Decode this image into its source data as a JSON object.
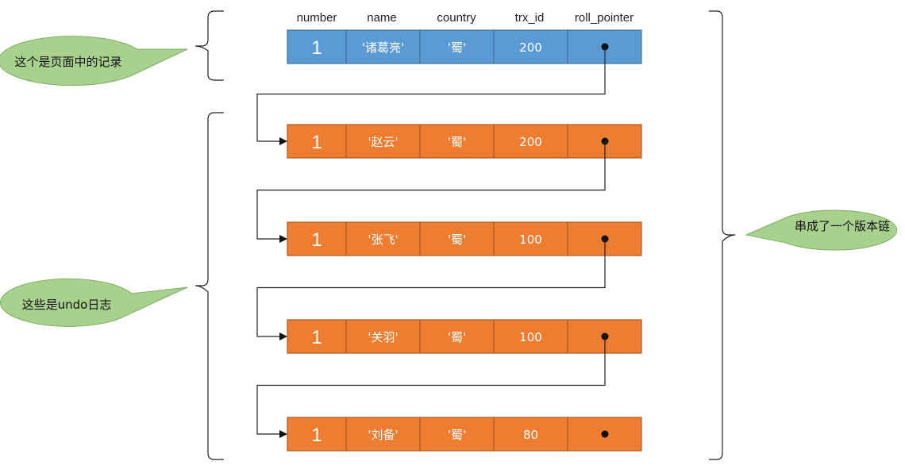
{
  "headers": [
    "number",
    "name",
    "country",
    "trx_id",
    "roll_pointer"
  ],
  "records": [
    {
      "kind": "page",
      "number": "1",
      "name": "'诸葛亮'",
      "country": "'蜀'",
      "trx_id": "200"
    },
    {
      "kind": "undo",
      "number": "1",
      "name": "'赵云'",
      "country": "'蜀'",
      "trx_id": "200"
    },
    {
      "kind": "undo",
      "number": "1",
      "name": "'张飞'",
      "country": "'蜀'",
      "trx_id": "100"
    },
    {
      "kind": "undo",
      "number": "1",
      "name": "'关羽'",
      "country": "'蜀'",
      "trx_id": "100"
    },
    {
      "kind": "undo",
      "number": "1",
      "name": "'刘备'",
      "country": "'蜀'",
      "trx_id": "80"
    }
  ],
  "callouts": {
    "page_record": "这个是页面中的记录",
    "undo_log": "这些是undo日志",
    "version_chain": "串成了一个版本链"
  },
  "colors": {
    "page_fill": "#5b9bd5",
    "page_stroke": "#41719c",
    "undo_fill": "#ed7d31",
    "undo_stroke": "#ae5a21",
    "callout_fill": "#a9d18e",
    "callout_stroke": "#7fae63"
  }
}
